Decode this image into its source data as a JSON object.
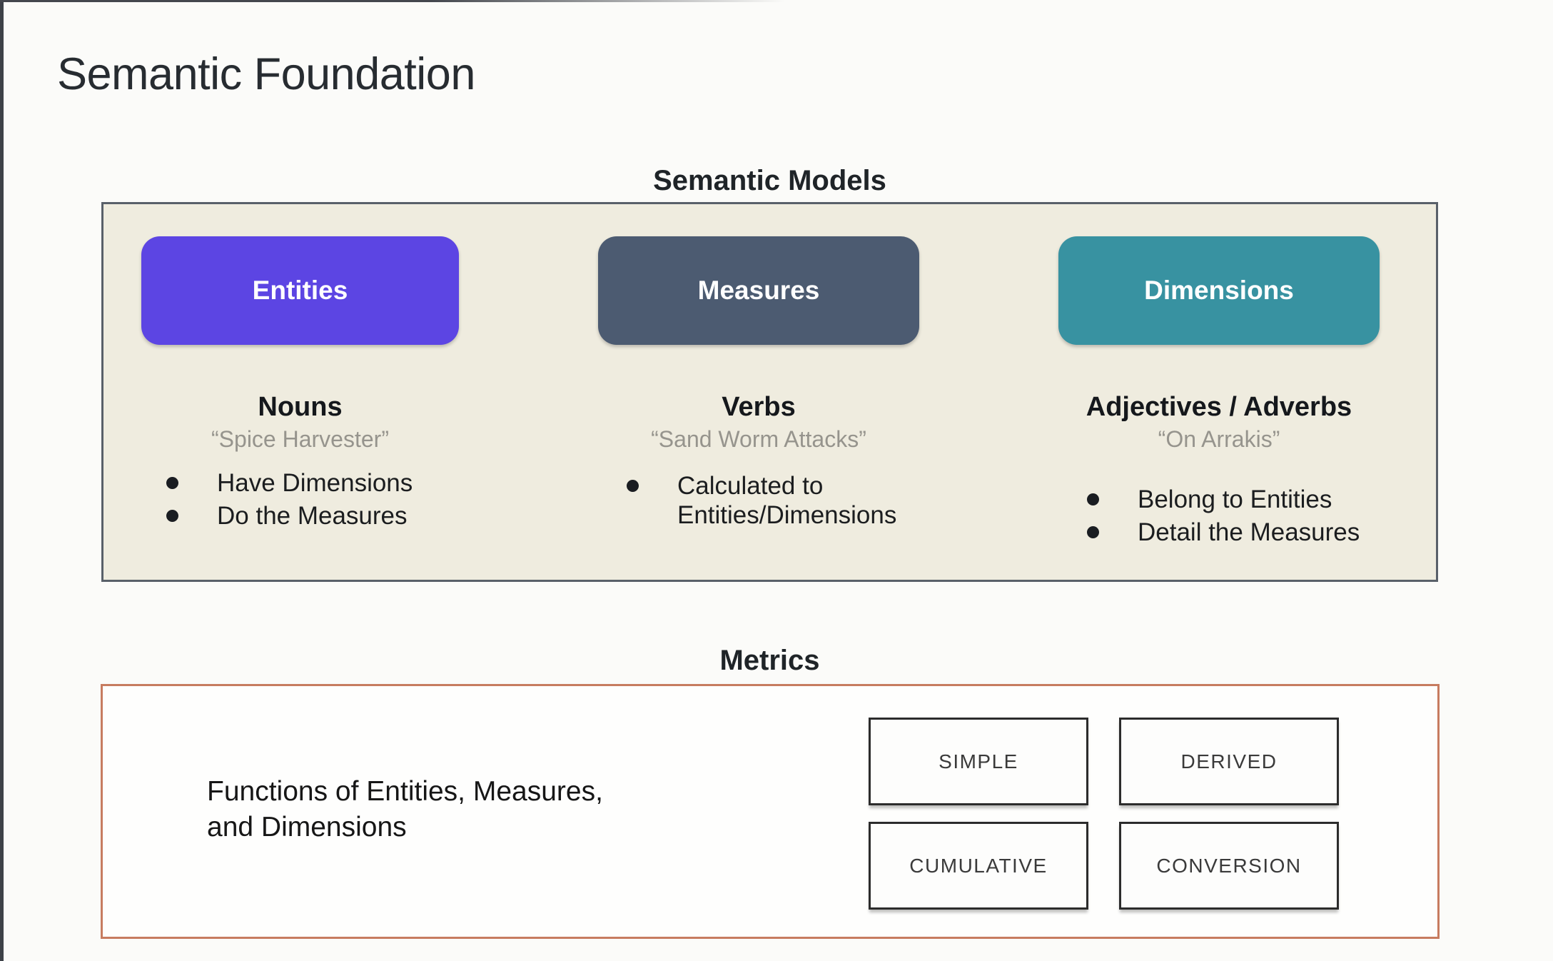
{
  "title": "Semantic Foundation",
  "semantic_models": {
    "heading": "Semantic Models",
    "columns": [
      {
        "button": "Entities",
        "button_color": "#5c45e3",
        "role": "Nouns",
        "example": "“Spice Harvester”",
        "bullets": [
          "Have Dimensions",
          "Do the Measures"
        ]
      },
      {
        "button": "Measures",
        "button_color": "#4c5b71",
        "role": "Verbs",
        "example": "“Sand Worm Attacks”",
        "bullets": [
          "Calculated to Entities/Dimensions"
        ]
      },
      {
        "button": "Dimensions",
        "button_color": "#3892a1",
        "role": "Adjectives / Adverbs",
        "example": "“On Arrakis”",
        "bullets": [
          "Belong to Entities",
          "Detail the Measures"
        ]
      }
    ]
  },
  "metrics": {
    "heading": "Metrics",
    "description_line1": "Functions of Entities, Measures,",
    "description_line2": "and Dimensions",
    "types": [
      "SIMPLE",
      "DERIVED",
      "CUMULATIVE",
      "CONVERSION"
    ]
  },
  "colors": {
    "entities": "#5c45e3",
    "measures": "#4c5b71",
    "dimensions": "#3892a1",
    "models_panel_bg": "#efecdf",
    "models_panel_border": "#596069",
    "metrics_panel_border": "#c77c60"
  }
}
